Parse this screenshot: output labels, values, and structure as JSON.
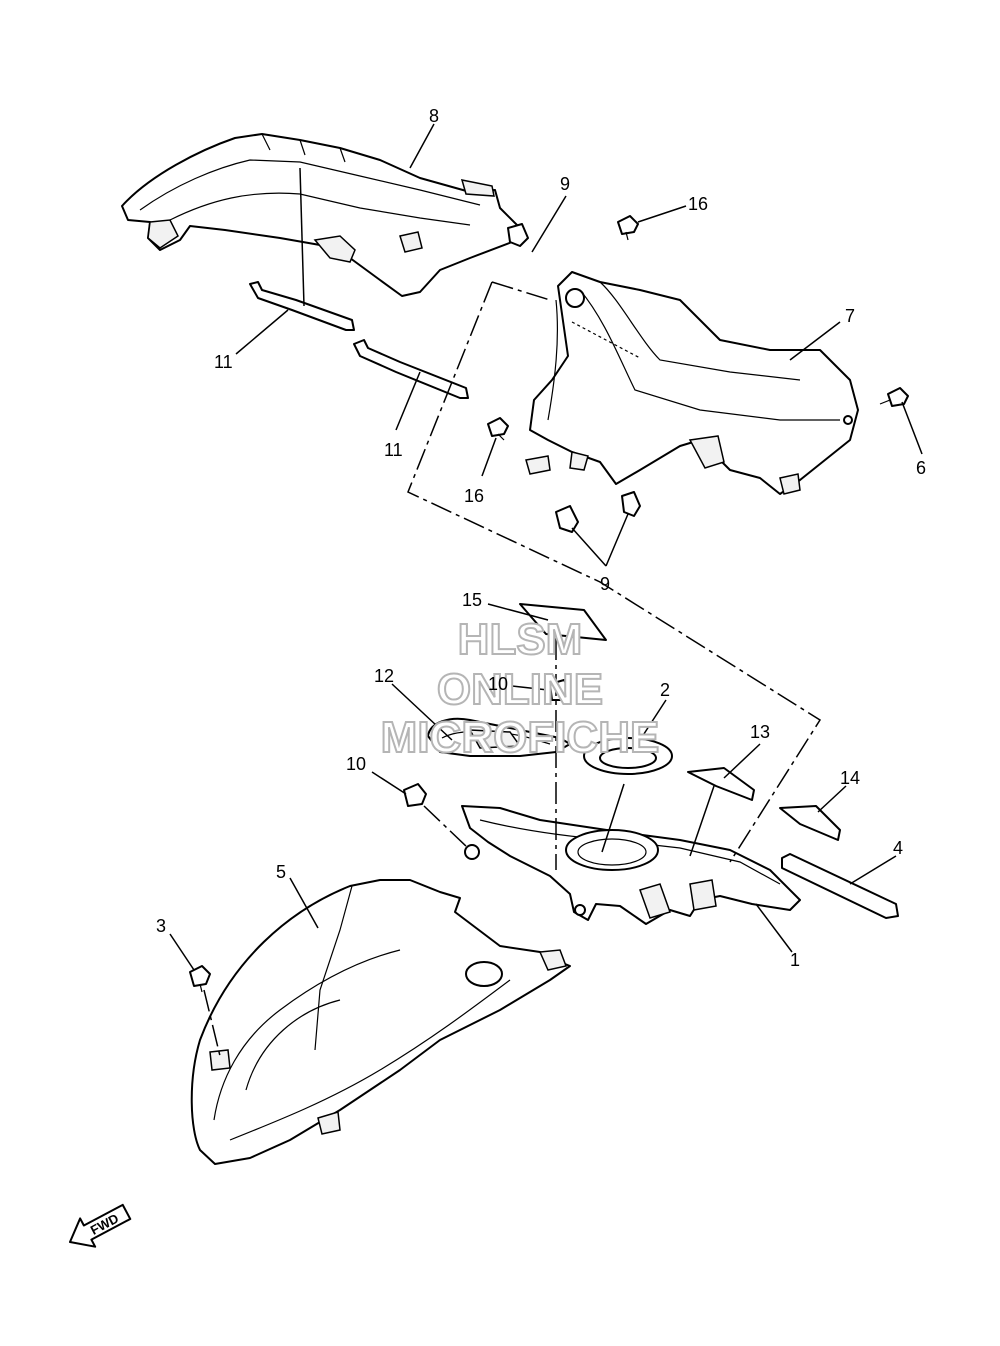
{
  "watermark": {
    "line1": "HLSM",
    "line2": "ONLINE",
    "line3": "MICROFICHE"
  },
  "fwd_label": "FWD",
  "callouts": [
    {
      "id": "c8",
      "label": "8"
    },
    {
      "id": "c9a",
      "label": "9"
    },
    {
      "id": "c16a",
      "label": "16"
    },
    {
      "id": "c7",
      "label": "7"
    },
    {
      "id": "c11a",
      "label": "11"
    },
    {
      "id": "c11b",
      "label": "11"
    },
    {
      "id": "c6",
      "label": "6"
    },
    {
      "id": "c16b",
      "label": "16"
    },
    {
      "id": "c9b",
      "label": "9"
    },
    {
      "id": "c15",
      "label": "15"
    },
    {
      "id": "c12",
      "label": "12"
    },
    {
      "id": "c10a",
      "label": "10"
    },
    {
      "id": "c2",
      "label": "2"
    },
    {
      "id": "c13",
      "label": "13"
    },
    {
      "id": "c10b",
      "label": "10"
    },
    {
      "id": "c14",
      "label": "14"
    },
    {
      "id": "c4",
      "label": "4"
    },
    {
      "id": "c5",
      "label": "5"
    },
    {
      "id": "c1",
      "label": "1"
    },
    {
      "id": "c3",
      "label": "3"
    }
  ]
}
